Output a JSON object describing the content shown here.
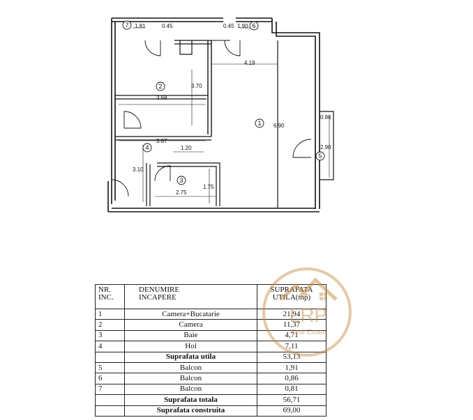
{
  "floorplan": {
    "dimensions": {
      "d181": "1.81",
      "d045a": "0.45",
      "d045b": "0.45",
      "d190": "1.90",
      "d419": "4.19",
      "d370": "3.70",
      "d368": "3.68",
      "d690": "6.90",
      "d086": "0.86",
      "d290": "2.90",
      "d387": "3.87",
      "d120": "1.20",
      "d310": "3.10",
      "d175": "1.75",
      "d275": "2.75"
    },
    "rooms": {
      "r1": "1",
      "r2": "2",
      "r3": "3",
      "r4": "4",
      "r5": "5",
      "r6": "6",
      "r7": "7"
    }
  },
  "table": {
    "header": {
      "nr_line1": "NR.",
      "nr_line2": "INC.",
      "name_line1": "DENUMIRE",
      "name_line2": "INCAPERE",
      "area_line1": "SUPRAFATA",
      "area_line2": "UTILA(mp)"
    },
    "rows": [
      {
        "nr": "1",
        "name": "Camera+Bucatarie",
        "area": "21,94"
      },
      {
        "nr": "2",
        "name": "Camera",
        "area": "11,37"
      },
      {
        "nr": "3",
        "name": "Baie",
        "area": "4,71"
      },
      {
        "nr": "4",
        "name": "Hol",
        "area": "7,11"
      },
      {
        "nr": "",
        "name": "Suprafata utila",
        "area": "53,13"
      },
      {
        "nr": "5",
        "name": "Balcon",
        "area": "1,91"
      },
      {
        "nr": "6",
        "name": "Balcon",
        "area": "0,86"
      },
      {
        "nr": "7",
        "name": "Balcon",
        "area": "0,81"
      },
      {
        "nr": "",
        "name": "Suprafata totala",
        "area": "56,71"
      },
      {
        "nr": "",
        "name": "Suprafata construita",
        "area": "69,00"
      }
    ]
  },
  "watermark": {
    "brand": "LRP",
    "subtitle": "Real Estate",
    "accent_color": "#c8893a"
  }
}
